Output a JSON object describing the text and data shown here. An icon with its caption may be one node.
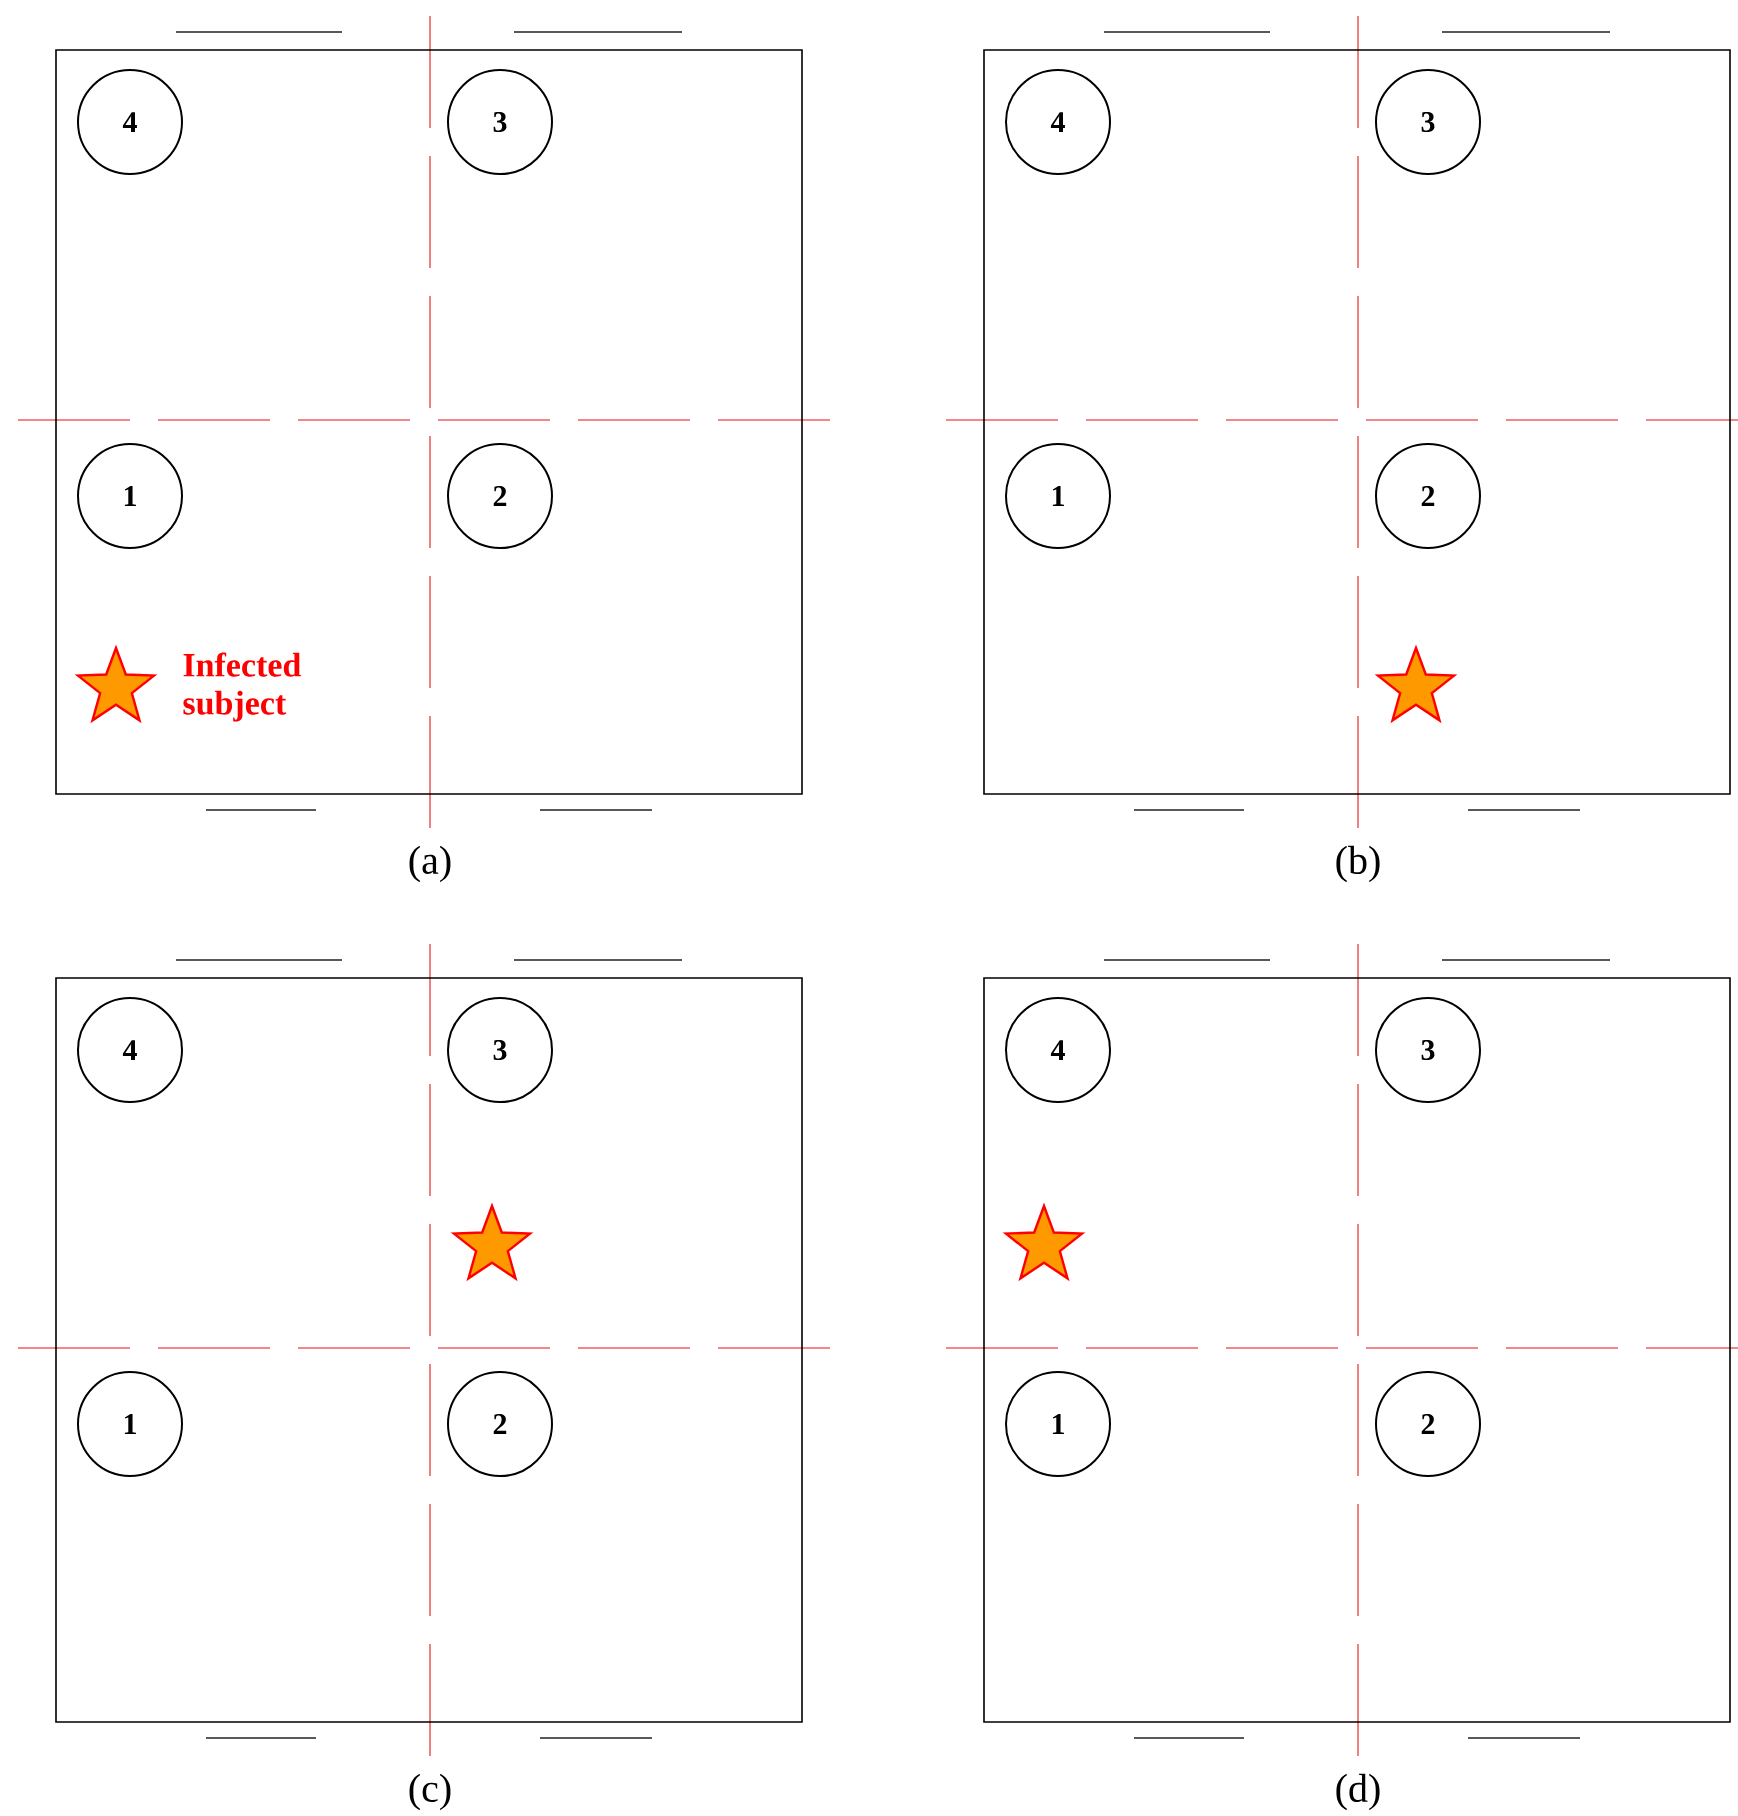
{
  "diagram": {
    "nodes": [
      {
        "text": [],
        "shape": "box",
        "beside": [
          "(a)"
        ]
      },
      {
        "text": [
          "4"
        ],
        "in": 0
      },
      {
        "text": [
          "3"
        ],
        "in": 0
      },
      {
        "text": [
          "1"
        ],
        "in": 0
      },
      {
        "text": [
          "2"
        ],
        "in": 0
      },
      {
        "text": [],
        "shape": "box",
        "beside": [
          "(b)"
        ]
      },
      {
        "text": [
          "4"
        ],
        "in": 5
      },
      {
        "text": [
          "3"
        ],
        "in": 5
      },
      {
        "text": [
          "1"
        ],
        "in": 5
      },
      {
        "text": [
          "2"
        ],
        "in": 5
      },
      {
        "text": [],
        "shape": "box",
        "beside": [
          "(c)"
        ]
      },
      {
        "text": [
          "4"
        ],
        "in": 10
      },
      {
        "text": [
          "3"
        ],
        "in": 10
      },
      {
        "text": [
          "1"
        ],
        "in": 10
      },
      {
        "text": [
          "2"
        ],
        "in": 10
      },
      {
        "text": [],
        "shape": "box",
        "beside": [
          "(d)"
        ]
      },
      {
        "text": [
          "4"
        ],
        "in": 15
      },
      {
        "text": [
          "3"
        ],
        "in": 15
      },
      {
        "text": [
          "1"
        ],
        "in": 15
      },
      {
        "text": [
          "2"
        ],
        "in": 15
      }
    ],
    "legend": [
      {
        "text": "Infected subject"
      }
    ]
  }
}
